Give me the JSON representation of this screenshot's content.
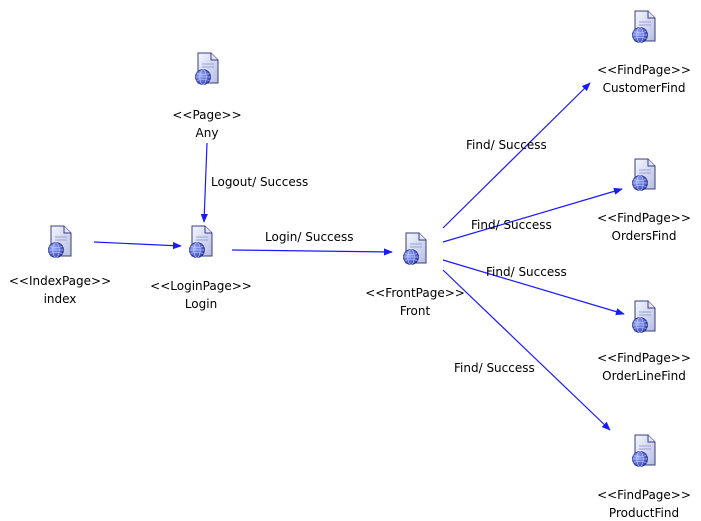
{
  "nodes": [
    {
      "id": "any",
      "stereotype": "<<Page>>",
      "name": "Any"
    },
    {
      "id": "index",
      "stereotype": "<<IndexPage>>",
      "name": "index"
    },
    {
      "id": "login",
      "stereotype": "<<LoginPage>>",
      "name": "Login"
    },
    {
      "id": "front",
      "stereotype": "<<FrontPage>>",
      "name": "Front"
    },
    {
      "id": "customerfind",
      "stereotype": "<<FindPage>>",
      "name": "CustomerFind"
    },
    {
      "id": "ordersfind",
      "stereotype": "<<FindPage>>",
      "name": "OrdersFind"
    },
    {
      "id": "orderlinefind",
      "stereotype": "<<FindPage>>",
      "name": "OrderLineFind"
    },
    {
      "id": "productfind",
      "stereotype": "<<FindPage>>",
      "name": "ProductFind"
    }
  ],
  "edges": [
    {
      "id": "any-login",
      "from": "any",
      "to": "login",
      "label": "Logout/ Success"
    },
    {
      "id": "index-login",
      "from": "index",
      "to": "login",
      "label": ""
    },
    {
      "id": "login-front",
      "from": "login",
      "to": "front",
      "label": "Login/ Success"
    },
    {
      "id": "front-customerfind",
      "from": "front",
      "to": "customerfind",
      "label": "Find/ Success"
    },
    {
      "id": "front-ordersfind",
      "from": "front",
      "to": "ordersfind",
      "label": "Find/ Success"
    },
    {
      "id": "front-orderlinefind",
      "from": "front",
      "to": "orderlinefind",
      "label": "Find/ Success"
    },
    {
      "id": "front-productfind",
      "from": "front",
      "to": "productfind",
      "label": "Find/ Success"
    }
  ],
  "colors": {
    "edge": "#1a1aff",
    "page_fill_top": "#f4f6ff",
    "page_fill_bottom": "#b6bde2",
    "page_stroke": "#3a3f7a",
    "globe": "#3b4fc8",
    "text": "#000000"
  },
  "icon": "web-page-globe-icon"
}
